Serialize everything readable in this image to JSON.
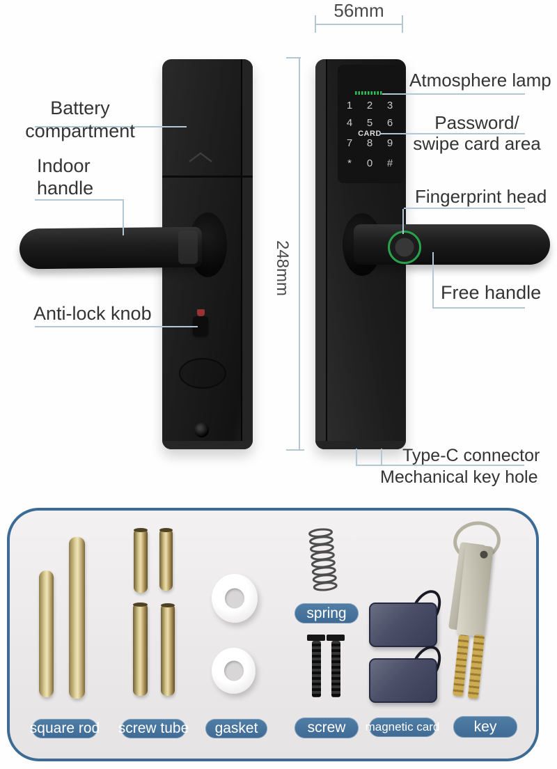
{
  "dimensions": {
    "width": "56mm",
    "height": "248mm"
  },
  "callouts": {
    "battery_line1": "Battery",
    "battery_line2": "compartment",
    "indoor_line1": "Indoor",
    "indoor_line2": "handle",
    "anti_lock": "Anti-lock knob",
    "atmosphere": "Atmosphere lamp",
    "password_line1": "Password/",
    "password_line2": "swipe card area",
    "fingerprint": "Fingerprint head",
    "free_handle": "Free handle",
    "type_c": "Type-C connector",
    "key_hole": "Mechanical key hole"
  },
  "keypad": {
    "row1": [
      "1",
      "2",
      "3"
    ],
    "row2": [
      "4",
      "5",
      "6"
    ],
    "card": "CARD",
    "row3": [
      "7",
      "8",
      "9"
    ],
    "row4": [
      "*",
      "0",
      "#"
    ]
  },
  "kit_labels": {
    "square_rod": "square rod",
    "screw_tube": "screw tube",
    "gasket": "gasket",
    "spring": "spring",
    "screw": "screw",
    "magnetic_card": "magnetic card",
    "key": "key"
  },
  "colors": {
    "badge_blue": "#46729c",
    "panel_border_blue": "#3c6b95",
    "leader_line_blue": "#b2c6d4",
    "lamp_green": "#2fbf54",
    "fingerprint_ring_green": "#28a24c",
    "knob_indicator_red": "#993333"
  }
}
